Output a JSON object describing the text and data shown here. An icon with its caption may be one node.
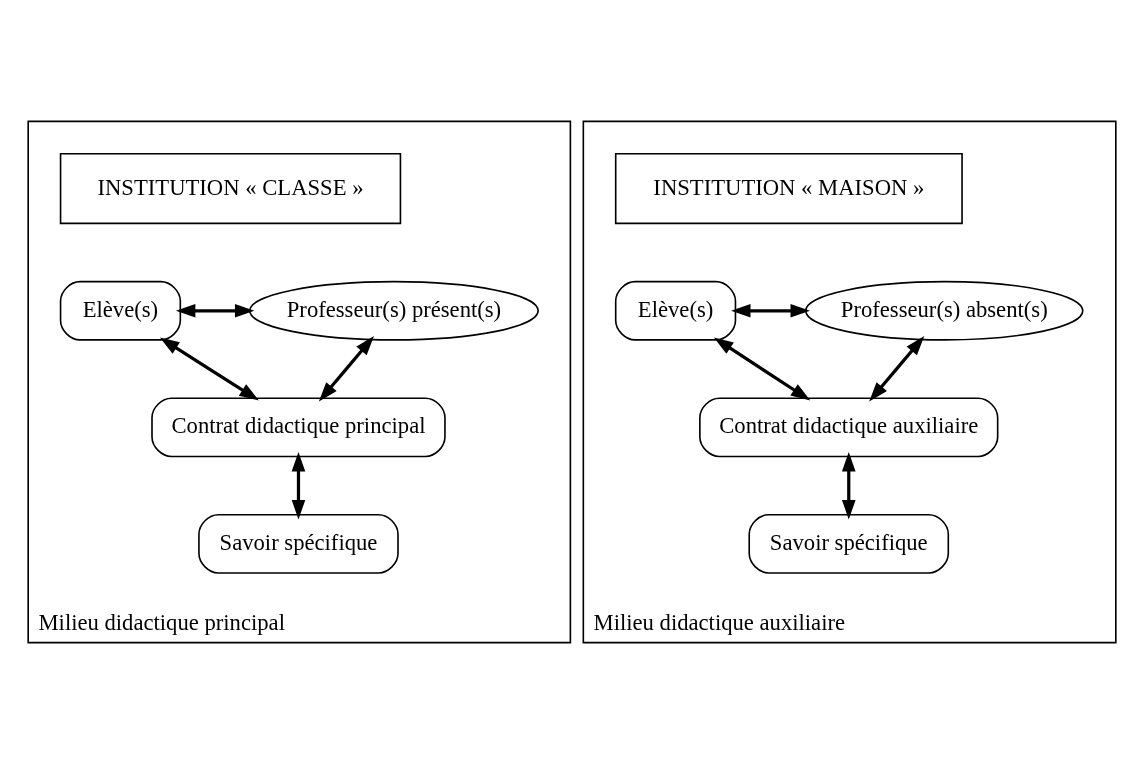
{
  "diagram": {
    "nodes": [
      {
        "text": [
          "Milieu didactique principal"
        ]
      },
      {
        "text": [
          "INSTITUTION « CLASSE »"
        ],
        "in": 0
      },
      {
        "text": [
          "Elève(s)"
        ],
        "in": 0
      },
      {
        "text": [
          "Professeur(s) présent(s)"
        ],
        "in": 0
      },
      {
        "text": [
          "Contrat didactique principal"
        ],
        "in": 0
      },
      {
        "text": [
          "Savoir spécifique"
        ],
        "in": 0
      },
      {
        "text": [
          "Milieu didactique auxiliaire"
        ]
      },
      {
        "text": [
          "INSTITUTION « MAISON »"
        ],
        "in": 6
      },
      {
        "text": [
          "Elève(s)"
        ],
        "in": 6
      },
      {
        "text": [
          "Professeur(s) absent(s)"
        ],
        "in": 6
      },
      {
        "text": [
          "Contrat didactique auxiliaire"
        ],
        "in": 6
      },
      {
        "text": [
          "Savoir spécifique"
        ],
        "in": 6
      }
    ],
    "edges": [
      {
        "from": 2,
        "to": 3,
        "arrow": "both"
      },
      {
        "from": 2,
        "to": 4,
        "arrow": "both"
      },
      {
        "from": 3,
        "to": 4,
        "arrow": "both"
      },
      {
        "from": 4,
        "to": 5,
        "arrow": "both"
      },
      {
        "from": 8,
        "to": 9,
        "arrow": "both"
      },
      {
        "from": 8,
        "to": 10,
        "arrow": "both"
      },
      {
        "from": 9,
        "to": 10,
        "arrow": "both"
      },
      {
        "from": 10,
        "to": 11,
        "arrow": "both"
      }
    ]
  }
}
